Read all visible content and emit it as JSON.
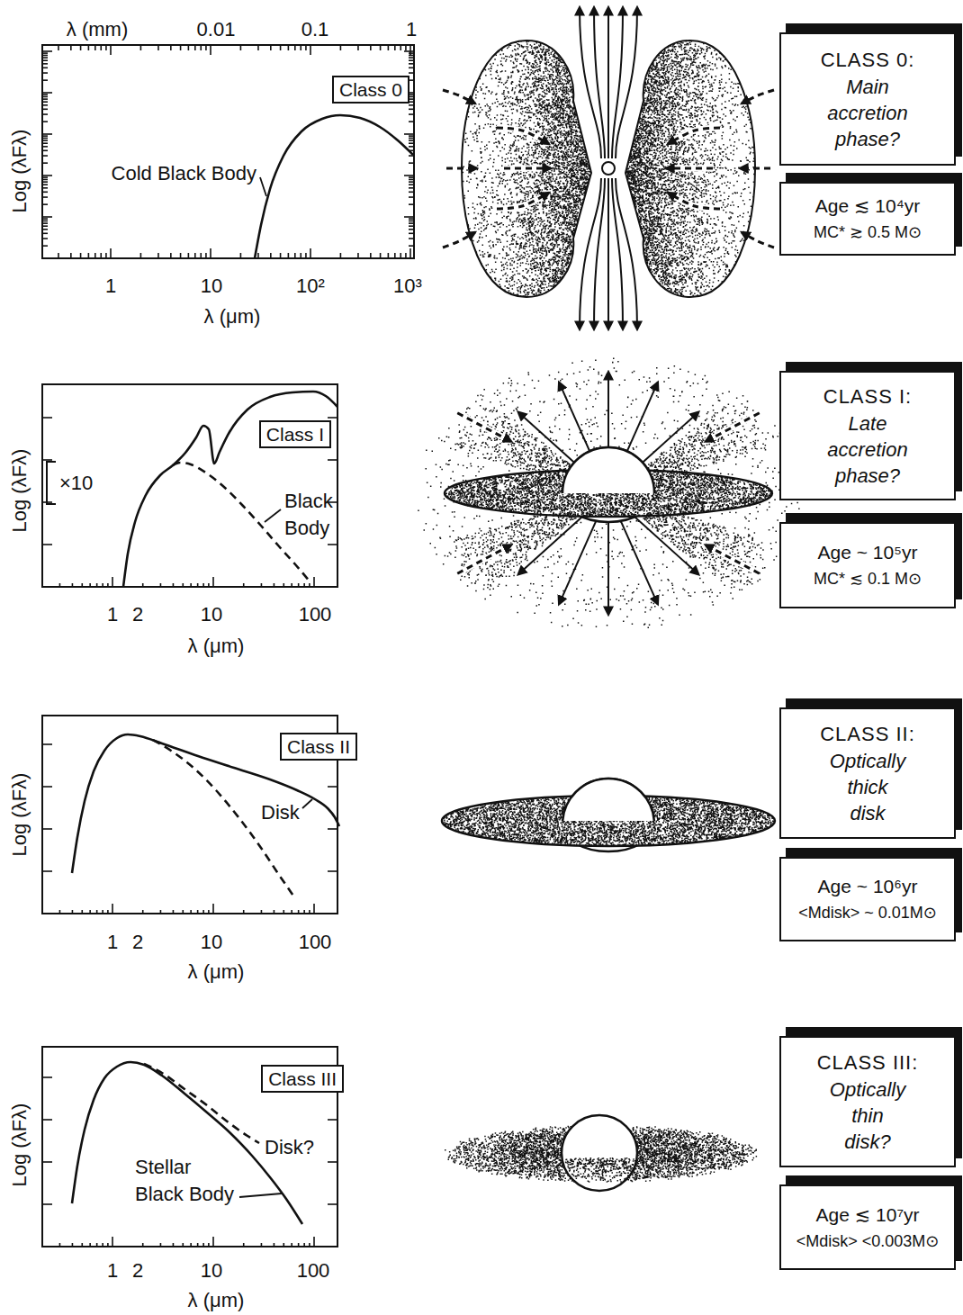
{
  "diagram": {
    "nodes": [
      {
        "text": [
          "Class 0"
        ]
      },
      {
        "text": [
          "CLASS 0:",
          "Main accretion phase?"
        ]
      },
      {
        "text": [
          "Age ≲ 10⁴yr",
          "MC* ≳ 0.5 M⊙"
        ]
      },
      {
        "text": [
          "Class I"
        ]
      },
      {
        "text": [
          "CLASS I:",
          "Late accretion phase?"
        ]
      },
      {
        "text": [
          "Age ~ 10⁵yr",
          "MC* ≲ 0.1 M⊙"
        ]
      },
      {
        "text": [
          "Class II"
        ]
      },
      {
        "text": [
          "CLASS II:",
          "Optically thick disk"
        ]
      },
      {
        "text": [
          "Age ~ 10⁶yr",
          "<Mdisk> ~ 0.01M⊙"
        ]
      },
      {
        "text": [
          "Class III"
        ]
      },
      {
        "text": [
          "CLASS III:",
          "Optically thin disk?"
        ]
      },
      {
        "text": [
          "Age ≲ 10⁷yr",
          "<Mdisk> <0.003M⊙"
        ]
      }
    ],
    "labels": [
      "λ (mm)",
      "0.01",
      "0.1",
      "1",
      "Log (λFλ)",
      "Cold Black Body",
      "1",
      "10",
      "10²",
      "10³",
      "λ (μm)",
      "Log (λFλ)",
      "×10",
      "Black Body",
      "1",
      "2",
      "10",
      "100",
      "λ (μm)",
      "Log (λFλ)",
      "Disk",
      "1",
      "2",
      "10",
      "100",
      "λ (μm)",
      "Log (λFλ)",
      "Disk?",
      "Stellar Black Body",
      "1",
      "2",
      "10",
      "100",
      "λ (μm)"
    ]
  }
}
